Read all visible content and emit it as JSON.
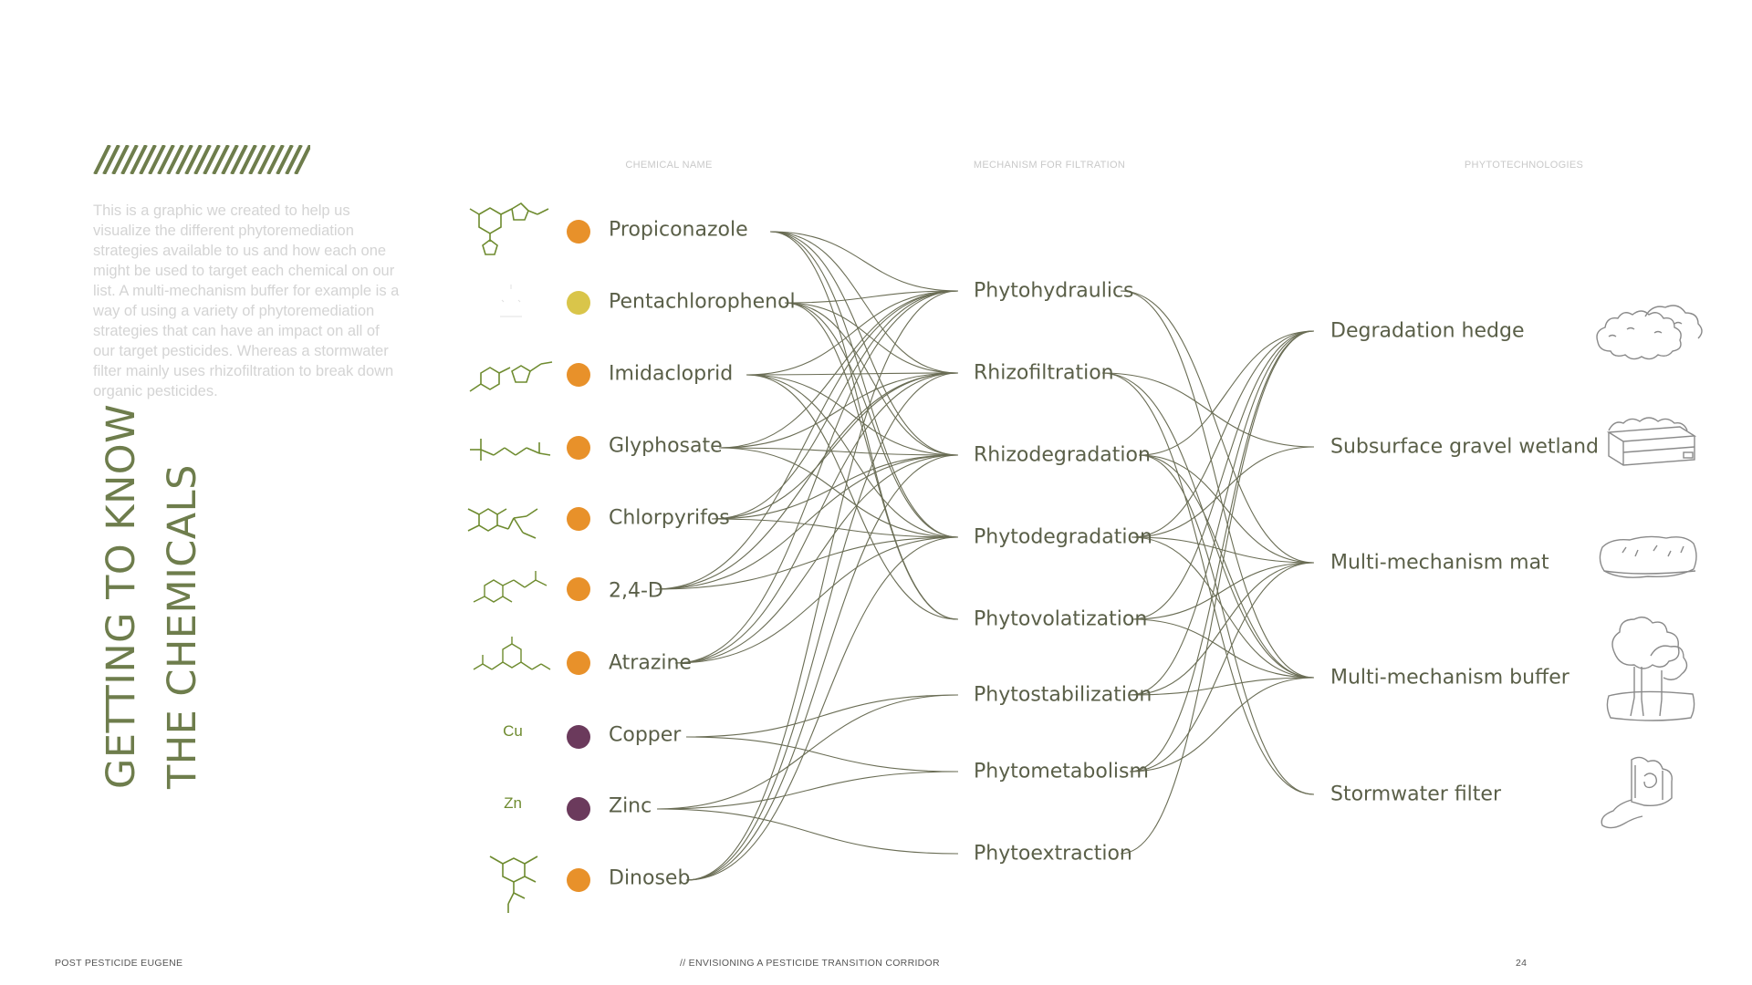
{
  "page": {
    "intro": "This is a graphic we created to help us visualize the different phytoremediation strategies available to us and how each one might be used to target each chemical on our list. A multi-mechanism buffer for example is a way of using a variety of phytoremediation strategies that can have an impact on all of our target pesticides. Whereas a stormwater filter mainly uses rhizofiltration to break down organic pesticides.",
    "title_line1": "GETTING TO KNOW",
    "title_line2": "THE CHEMICALS"
  },
  "columns": {
    "chemical": "CHEMICAL NAME",
    "mechanism": "MECHANISM FOR FILTRATION",
    "tech": "PHYTOTECHNOLOGIES"
  },
  "colors": {
    "orange": "#e8912a",
    "yellow": "#d9c54a",
    "purple": "#6b3a5c",
    "line": "#6a6d55",
    "accent": "#6e7d4c"
  },
  "chemicals": [
    {
      "name": "Propiconazole",
      "dot": "orange",
      "icon": "propiconazole-structure-icon"
    },
    {
      "name": "Pentachlorophenol",
      "dot": "yellow",
      "icon": "pentachlorophenol-structure-icon"
    },
    {
      "name": "Imidacloprid",
      "dot": "orange",
      "icon": "imidacloprid-structure-icon"
    },
    {
      "name": "Glyphosate",
      "dot": "orange",
      "icon": "glyphosate-structure-icon"
    },
    {
      "name": "Chlorpyrifos",
      "dot": "orange",
      "icon": "chlorpyrifos-structure-icon"
    },
    {
      "name": "2,4-D",
      "dot": "orange",
      "icon": "2-4-d-structure-icon"
    },
    {
      "name": "Atrazine",
      "dot": "orange",
      "icon": "atrazine-structure-icon"
    },
    {
      "name": "Copper",
      "dot": "purple",
      "symbol": "Cu"
    },
    {
      "name": "Zinc",
      "dot": "purple",
      "symbol": "Zn"
    },
    {
      "name": "Dinoseb",
      "dot": "orange",
      "icon": "dinoseb-structure-icon"
    }
  ],
  "mechanisms": [
    "Phytohydraulics",
    "Rhizofiltration",
    "Rhizodegradation",
    "Phytodegradation",
    "Phytovolatization",
    "Phytostabilization",
    "Phytometabolism",
    "Phytoextraction"
  ],
  "technologies": [
    {
      "name": "Degradation hedge",
      "icon": "hedge-sketch-icon"
    },
    {
      "name": "Subsurface gravel wetland",
      "icon": "gravel-wetland-sketch-icon"
    },
    {
      "name": "Multi-mechanism mat",
      "icon": "mat-sketch-icon"
    },
    {
      "name": "Multi-mechanism buffer",
      "icon": "buffer-trees-sketch-icon"
    },
    {
      "name": "Stormwater filter",
      "icon": "stormwater-filter-sketch-icon"
    }
  ],
  "chem_mech_links": [
    [
      0,
      0
    ],
    [
      0,
      1
    ],
    [
      0,
      2
    ],
    [
      0,
      3
    ],
    [
      0,
      4
    ],
    [
      1,
      0
    ],
    [
      1,
      1
    ],
    [
      1,
      2
    ],
    [
      1,
      3
    ],
    [
      1,
      4
    ],
    [
      2,
      0
    ],
    [
      2,
      1
    ],
    [
      2,
      2
    ],
    [
      2,
      3
    ],
    [
      2,
      4
    ],
    [
      3,
      0
    ],
    [
      3,
      1
    ],
    [
      3,
      2
    ],
    [
      3,
      3
    ],
    [
      4,
      0
    ],
    [
      4,
      1
    ],
    [
      4,
      2
    ],
    [
      4,
      3
    ],
    [
      5,
      0
    ],
    [
      5,
      1
    ],
    [
      5,
      2
    ],
    [
      5,
      3
    ],
    [
      6,
      0
    ],
    [
      6,
      1
    ],
    [
      6,
      2
    ],
    [
      6,
      3
    ],
    [
      7,
      5
    ],
    [
      7,
      6
    ],
    [
      8,
      5
    ],
    [
      8,
      6
    ],
    [
      8,
      7
    ],
    [
      9,
      0
    ],
    [
      9,
      1
    ],
    [
      9,
      2
    ],
    [
      9,
      3
    ]
  ],
  "mech_tech_links": [
    [
      0,
      2
    ],
    [
      0,
      3
    ],
    [
      1,
      1
    ],
    [
      1,
      3
    ],
    [
      1,
      4
    ],
    [
      2,
      0
    ],
    [
      2,
      2
    ],
    [
      2,
      3
    ],
    [
      2,
      4
    ],
    [
      3,
      0
    ],
    [
      3,
      1
    ],
    [
      3,
      2
    ],
    [
      3,
      3
    ],
    [
      4,
      0
    ],
    [
      4,
      2
    ],
    [
      4,
      3
    ],
    [
      5,
      0
    ],
    [
      5,
      2
    ],
    [
      5,
      3
    ],
    [
      6,
      0
    ],
    [
      6,
      2
    ],
    [
      6,
      3
    ],
    [
      7,
      0
    ]
  ],
  "footer": {
    "left": "POST PESTICIDE EUGENE",
    "center": "// ENVISIONING A PESTICIDE TRANSITION CORRIDOR",
    "page": "24"
  }
}
